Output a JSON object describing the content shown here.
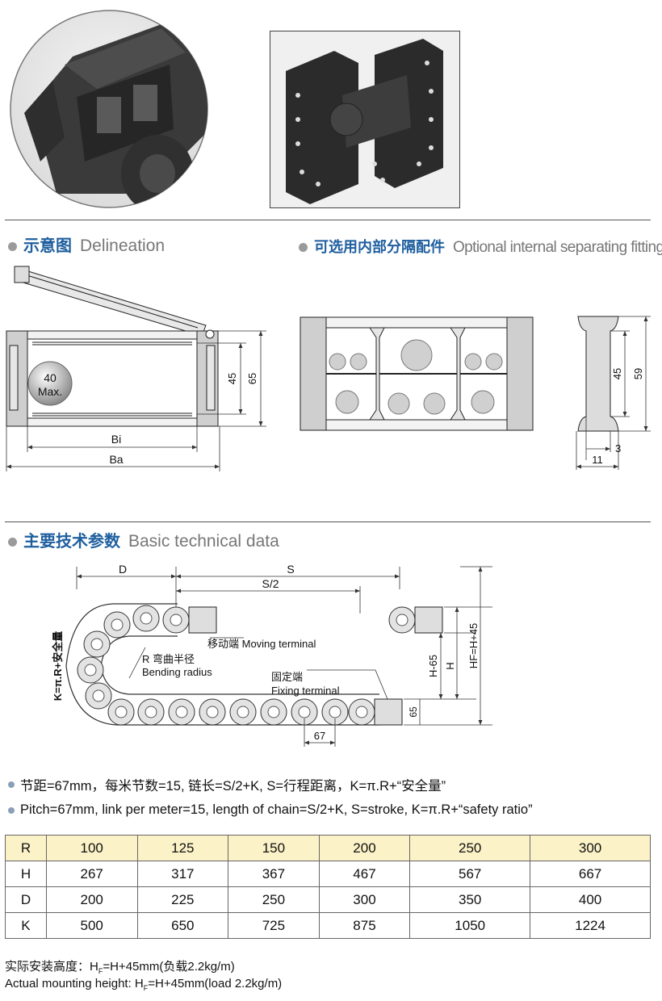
{
  "sections": {
    "delineation": {
      "zh": "示意图",
      "en": "Delineation"
    },
    "fittings": {
      "zh": "可选用内部分隔配件",
      "en": "Optional internal separating fittings"
    },
    "basic": {
      "zh": "主要技术参数",
      "en": "Basic technical data"
    }
  },
  "delineation_dims": {
    "bubble_line1": "40",
    "bubble_line2": "Max.",
    "h_inner": "45",
    "h_outer": "65",
    "bi": "Bi",
    "ba": "Ba"
  },
  "fitting_dims": {
    "h_inner": "45",
    "h_outer": "59",
    "web": "3",
    "width": "11"
  },
  "chain_labels": {
    "d": "D",
    "s": "S",
    "s_half": "S/2",
    "k_formula": "K=π.R+安全量",
    "moving": "移动端 Moving terminal",
    "radius_zh": "R 弯曲半径",
    "radius_en": "Bending radius",
    "fixed_zh": "固定端",
    "fixed_en": "Fixing terminal",
    "h_minus": "H-65",
    "h": "H",
    "hf": "HF=H+45",
    "h65": "65",
    "pitch": "67"
  },
  "notes": {
    "zh": "节距=67mm，每米节数=15, 链长=S/2+K, S=行程距离，K=π.R+“安全量”",
    "en": "Pitch=67mm, link per meter=15, length of chain=S/2+K, S=stroke, K=π.R+“safety ratio”"
  },
  "table": {
    "rows": [
      [
        "R",
        "100",
        "125",
        "150",
        "200",
        "250",
        "300"
      ],
      [
        "H",
        "267",
        "317",
        "367",
        "467",
        "567",
        "667"
      ],
      [
        "D",
        "200",
        "225",
        "250",
        "300",
        "350",
        "400"
      ],
      [
        "K",
        "500",
        "650",
        "725",
        "875",
        "1050",
        "1224"
      ]
    ]
  },
  "footer": {
    "zh_prefix": "实际安装高度：H",
    "zh_sub": "F",
    "zh_suffix": "=H+45mm(负载2.2kg/m)",
    "en_prefix": "Actual mounting height: H",
    "en_sub": "F",
    "en_suffix": "=H+45mm(load 2.2kg/m)"
  }
}
